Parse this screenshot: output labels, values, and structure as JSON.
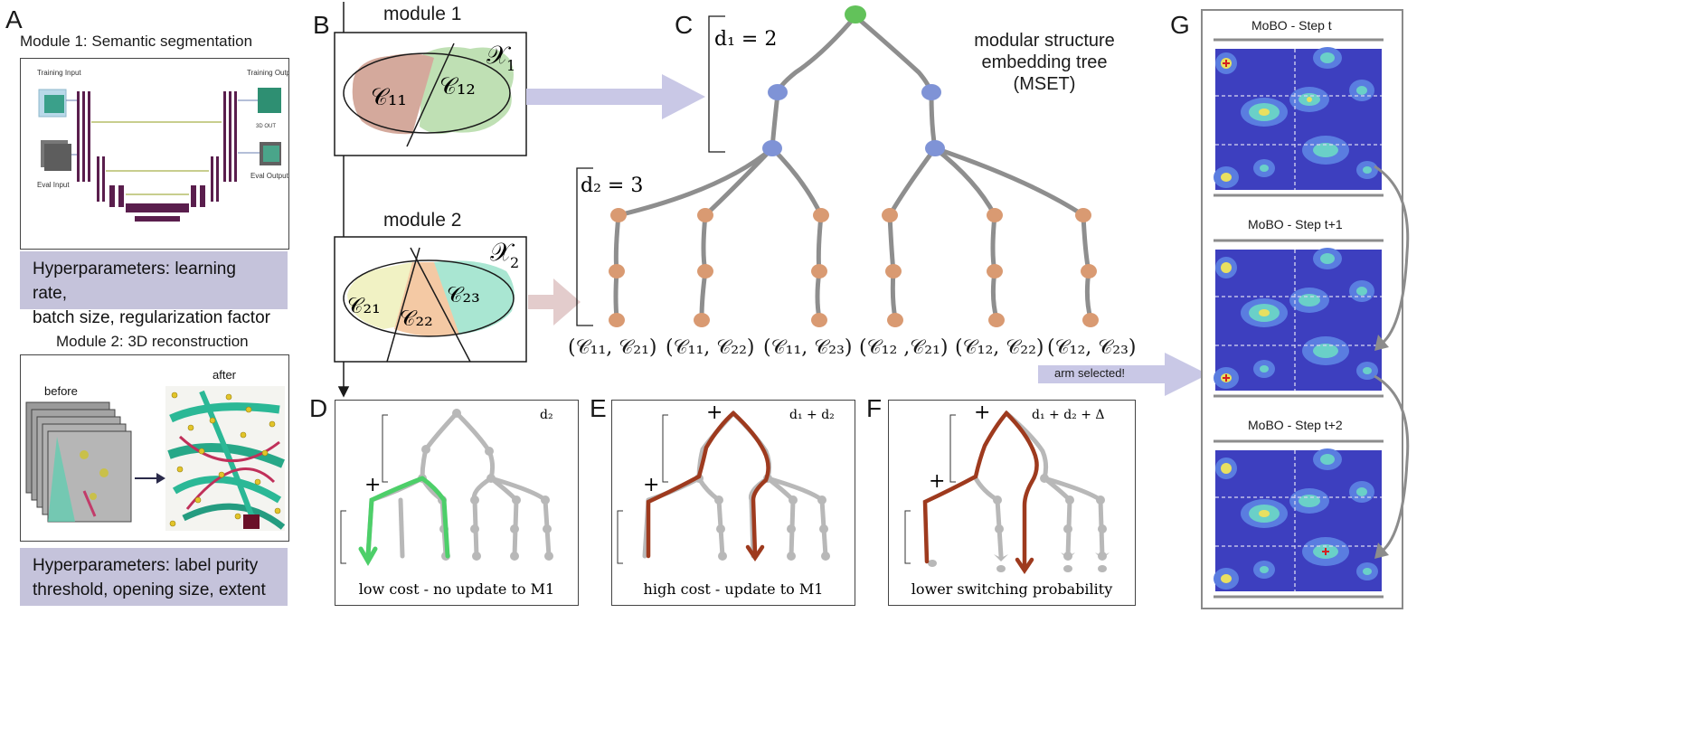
{
  "panels": {
    "a": "A",
    "b": "B",
    "c": "C",
    "d": "D",
    "e": "E",
    "f": "F",
    "g": "G"
  },
  "module1": {
    "title": "Module 1:  Semantic segmentation",
    "training_input": "Training Input",
    "eval_input": "Eval Input",
    "training_output": "Training Output",
    "eval_output": "Eval Output",
    "out_3d": "3D OUT",
    "hyper_line1": "Hyperparameters: learning rate,",
    "hyper_line2": "batch size, regularization factor"
  },
  "module2": {
    "title": "Module 2:  3D reconstruction",
    "before": "before",
    "after": "after",
    "hyper_line1": "Hyperparameters: label purity",
    "hyper_line2": "threshold, opening size, extent"
  },
  "panel_b": {
    "module1_label": "module 1",
    "module2_label": "module 2",
    "x1": "𝒳",
    "x1_sub": "1",
    "x2": "𝒳",
    "x2_sub": "2",
    "c11": "𝒞₁₁",
    "c12": "𝒞₁₂",
    "c21": "𝒞₂₁",
    "c22": "𝒞₂₂",
    "c23": "𝒞₂₃"
  },
  "panel_c": {
    "d1": "d₁ = 2",
    "d2": "d₂ = 3",
    "title_line1": "modular structure",
    "title_line2": "embedding tree",
    "title_line3": "(MSET)",
    "leaves": [
      "(𝒞₁₁, 𝒞₂₁)",
      "(𝒞₁₁, 𝒞₂₂)",
      "(𝒞₁₁, 𝒞₂₃)",
      "(𝒞₁₂ ,𝒞₂₁)",
      "(𝒞₁₂, 𝒞₂₂)",
      "(𝒞₁₂, 𝒞₂₃)"
    ],
    "arm_selected": "arm selected!"
  },
  "panel_d": {
    "cost": "d₂",
    "plus": "+",
    "caption": "low cost - no update to M1"
  },
  "panel_e": {
    "cost": "d₁ + d₂",
    "plus_top": "+",
    "plus": "+",
    "caption": "high cost - update to M1"
  },
  "panel_f": {
    "cost": "d₁ + d₂ + Δ",
    "plus_top": "+",
    "plus": "+",
    "caption": "lower switching probability"
  },
  "panel_g": {
    "steps": [
      "MoBO - Step t",
      "MoBO - Step t+1",
      "MoBO - Step t+2"
    ]
  },
  "colors": {
    "green": "#4dcf69",
    "brown": "#9e3a1e",
    "tree_gray": "#8e8e8e",
    "node_blue": "#7f93d6",
    "node_orange": "#d99a72",
    "arrow_lavender": "#c9c8e6",
    "arrow_pink": "#e3cccc",
    "hyper_bg": "#c5c3db",
    "c11_fill": "#d4a99c",
    "c12_fill": "#bfe0b4",
    "c21_fill": "#f1f2c4",
    "c22_fill": "#f4c9a4",
    "c23_fill": "#a9e6d2",
    "heatmap_bg": "#3d3fbf"
  }
}
